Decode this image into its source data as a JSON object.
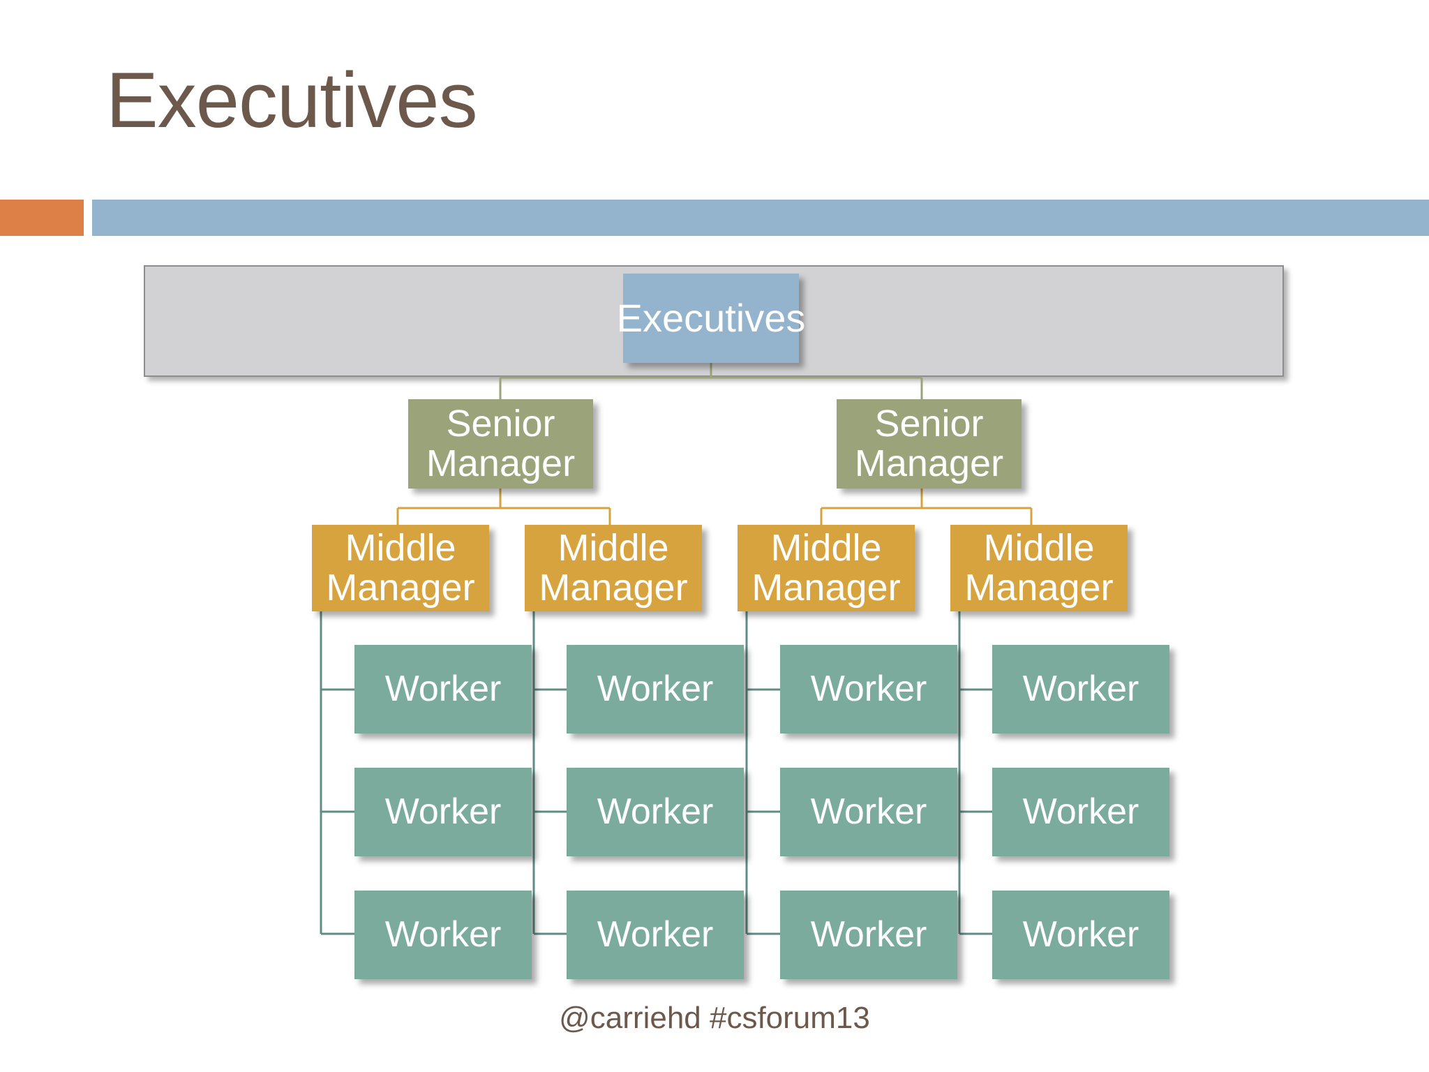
{
  "slide": {
    "title": "Executives",
    "footer": "@carriehd #csforum13",
    "background_color": "#ffffff",
    "title_color": "#6d594c"
  },
  "divider": {
    "accent_color": "#dd8047",
    "bar_color": "#94b3cd"
  },
  "org_chart": {
    "band_color": "#d2d2d4",
    "levels": [
      {
        "name": "executive",
        "color": "#94b3cd",
        "nodes": [
          {
            "label": "Executives"
          }
        ]
      },
      {
        "name": "senior-manager",
        "color": "#9aa379",
        "nodes": [
          {
            "label": "Senior\nManager"
          },
          {
            "label": "Senior\nManager"
          }
        ]
      },
      {
        "name": "middle-manager",
        "color": "#d7a33f",
        "nodes": [
          {
            "label": "Middle\nManager"
          },
          {
            "label": "Middle\nManager"
          },
          {
            "label": "Middle\nManager"
          },
          {
            "label": "Middle\nManager"
          }
        ]
      },
      {
        "name": "worker",
        "color": "#7aab9d",
        "nodes": [
          {
            "label": "Worker"
          },
          {
            "label": "Worker"
          },
          {
            "label": "Worker"
          },
          {
            "label": "Worker"
          },
          {
            "label": "Worker"
          },
          {
            "label": "Worker"
          },
          {
            "label": "Worker"
          },
          {
            "label": "Worker"
          },
          {
            "label": "Worker"
          },
          {
            "label": "Worker"
          },
          {
            "label": "Worker"
          },
          {
            "label": "Worker"
          }
        ]
      }
    ],
    "connector_colors": {
      "executive_to_senior": "#9aa379",
      "senior_to_middle": "#d7a33f",
      "middle_to_worker": "#5f8d86"
    }
  }
}
